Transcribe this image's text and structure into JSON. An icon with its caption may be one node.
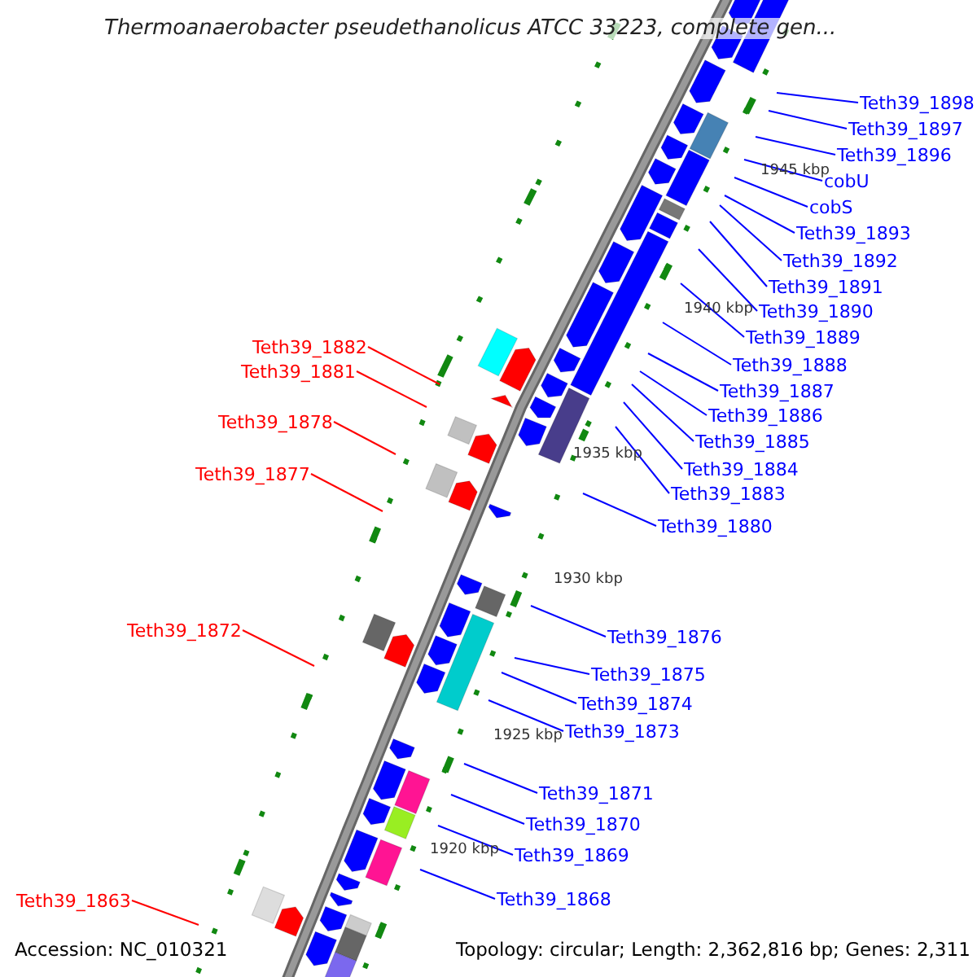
{
  "diagram": {
    "title": "Thermoanaerobacter pseudethanolicus ATCC 33223, complete gen...",
    "nodes": [
      {
        "text": [
          "Teth39_1898"
        ]
      },
      {
        "text": [
          "Teth39_1897"
        ]
      },
      {
        "text": [
          "Teth39_1896"
        ]
      },
      {
        "text": [
          "cobU"
        ]
      },
      {
        "text": [
          "cobS"
        ]
      },
      {
        "text": [
          "Teth39_1893"
        ]
      },
      {
        "text": [
          "Teth39_1892"
        ]
      },
      {
        "text": [
          "Teth39_1891"
        ]
      },
      {
        "text": [
          "Teth39_1890"
        ]
      },
      {
        "text": [
          "Teth39_1889"
        ]
      },
      {
        "text": [
          "Teth39_1888"
        ]
      },
      {
        "text": [
          "Teth39_1887"
        ]
      },
      {
        "text": [
          "Teth39_1886"
        ]
      },
      {
        "text": [
          "Teth39_1885"
        ]
      },
      {
        "text": [
          "Teth39_1884"
        ]
      },
      {
        "text": [
          "Teth39_1883"
        ]
      },
      {
        "text": [
          "Teth39_1880"
        ]
      },
      {
        "text": [
          "Teth39_1876"
        ]
      },
      {
        "text": [
          "Teth39_1875"
        ]
      },
      {
        "text": [
          "Teth39_1874"
        ]
      },
      {
        "text": [
          "Teth39_1873"
        ]
      },
      {
        "text": [
          "Teth39_1871"
        ]
      },
      {
        "text": [
          "Teth39_1870"
        ]
      },
      {
        "text": [
          "Teth39_1869"
        ]
      },
      {
        "text": [
          "Teth39_1868"
        ]
      },
      {
        "text": [
          "Teth39_1882"
        ]
      },
      {
        "text": [
          "Teth39_1881"
        ]
      },
      {
        "text": [
          "Teth39_1878"
        ]
      },
      {
        "text": [
          "Teth39_1877"
        ]
      },
      {
        "text": [
          "Teth39_1872"
        ]
      },
      {
        "text": [
          "Teth39_1863"
        ]
      }
    ],
    "edges": [
      {
        "from": 0,
        "to": null,
        "arrow": "none"
      },
      {
        "from": 1,
        "to": null,
        "arrow": "none"
      },
      {
        "from": 2,
        "to": null,
        "arrow": "none"
      },
      {
        "from": 3,
        "to": null,
        "arrow": "none"
      },
      {
        "from": 4,
        "to": null,
        "arrow": "none"
      },
      {
        "from": 5,
        "to": null,
        "arrow": "none"
      },
      {
        "from": 6,
        "to": null,
        "arrow": "none"
      },
      {
        "from": 7,
        "to": null,
        "arrow": "none"
      },
      {
        "from": 8,
        "to": null,
        "arrow": "none"
      },
      {
        "from": 9,
        "to": null,
        "arrow": "none"
      },
      {
        "from": 10,
        "to": null,
        "arrow": "none"
      },
      {
        "from": 11,
        "to": null,
        "arrow": "none"
      },
      {
        "from": 12,
        "to": null,
        "arrow": "none"
      },
      {
        "from": 13,
        "to": null,
        "arrow": "none"
      },
      {
        "from": 14,
        "to": null,
        "arrow": "none"
      },
      {
        "from": 15,
        "to": null,
        "arrow": "none"
      },
      {
        "from": 16,
        "to": null,
        "arrow": "none"
      },
      {
        "from": 17,
        "to": null,
        "arrow": "none"
      },
      {
        "from": 18,
        "to": null,
        "arrow": "none"
      },
      {
        "from": 19,
        "to": null,
        "arrow": "none"
      },
      {
        "from": 20,
        "to": null,
        "arrow": "none"
      },
      {
        "from": 21,
        "to": null,
        "arrow": "none"
      },
      {
        "from": 22,
        "to": null,
        "arrow": "none"
      },
      {
        "from": 23,
        "to": null,
        "arrow": "none"
      },
      {
        "from": 24,
        "to": null,
        "arrow": "none"
      },
      {
        "from": 25,
        "to": null,
        "arrow": "none",
        "color": "#ff0000"
      },
      {
        "from": 26,
        "to": null,
        "arrow": "none",
        "color": "#ff0000"
      },
      {
        "from": 27,
        "to": null,
        "arrow": "none",
        "color": "#ff0000"
      },
      {
        "from": 28,
        "to": null,
        "arrow": "none",
        "color": "#ff0000"
      },
      {
        "from": 29,
        "to": null,
        "arrow": "none",
        "color": "#ff0000"
      },
      {
        "from": 30,
        "to": null,
        "arrow": "none",
        "color": "#ff0000"
      }
    ],
    "labels": [
      "1945 kbp",
      "1940 kbp",
      "1935 kbp",
      "1930 kbp",
      "1925 kbp",
      "1920 kbp",
      "Accession: NC_010321",
      "Topology: circular; Length: 2,362,816 bp; Genes: 2,311"
    ]
  }
}
